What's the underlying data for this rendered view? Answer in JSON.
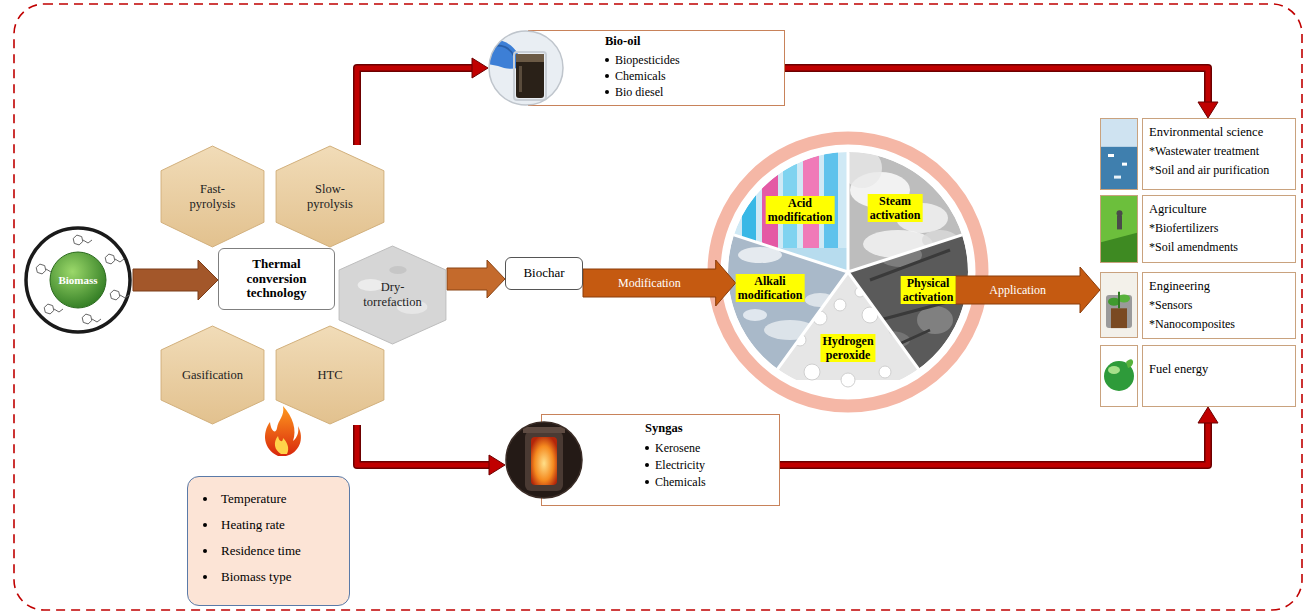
{
  "diagram": {
    "nodes": [
      {
        "text": [
          "Bio-oil",
          "Biopesticides",
          "Chemicals",
          "Bio diesel"
        ]
      },
      {
        "text": [
          "Biomass"
        ]
      },
      {
        "text": [
          "Fast- pyrolysis"
        ]
      },
      {
        "text": [
          "Slow- pyrolysis"
        ]
      },
      {
        "text": [
          "Thermal conversion technology"
        ]
      },
      {
        "text": [
          "Dry- torrefaction"
        ]
      },
      {
        "text": [
          "Gasification"
        ]
      },
      {
        "text": [
          "HTC"
        ]
      },
      {
        "text": [
          "Biochar"
        ]
      },
      {
        "text": [
          "Acid modification"
        ]
      },
      {
        "text": [
          "Steam activation"
        ]
      },
      {
        "text": [
          "Alkali modification"
        ]
      },
      {
        "text": [
          "Physical activation"
        ]
      },
      {
        "text": [
          "Hydrogen peroxide"
        ]
      },
      {
        "text": [
          "Environmental science",
          "*Wastewater treatment",
          "*Soil and air purification"
        ]
      },
      {
        "text": [
          "Agriculture",
          "*Biofertilizers",
          "*Soil amendments"
        ]
      },
      {
        "text": [
          "Engineering",
          "*Sensors",
          "*Nanocomposites"
        ]
      },
      {
        "text": [
          "Fuel energy"
        ]
      },
      {
        "text": [
          "Syngas",
          "Kerosene",
          "Electricity",
          "Chemicals"
        ]
      },
      {
        "text": [
          "Temperature",
          "Heating rate",
          "Residence time",
          "Biomass type"
        ]
      }
    ],
    "edges": [
      {
        "from": 1,
        "to": 4,
        "arrow": "to"
      },
      {
        "from": 5,
        "to": 8,
        "arrow": "to"
      },
      {
        "from": 8,
        "to": 11,
        "label": "Modification",
        "arrow": "to"
      },
      {
        "from": 12,
        "to": 16,
        "label": "Application",
        "arrow": "to"
      },
      {
        "from": 3,
        "to": 0,
        "arrow": "to"
      },
      {
        "from": 7,
        "to": 18,
        "arrow": "to"
      },
      {
        "from": 0,
        "to": 14,
        "arrow": "to"
      },
      {
        "from": 18,
        "to": 17,
        "arrow": "to"
      }
    ]
  }
}
